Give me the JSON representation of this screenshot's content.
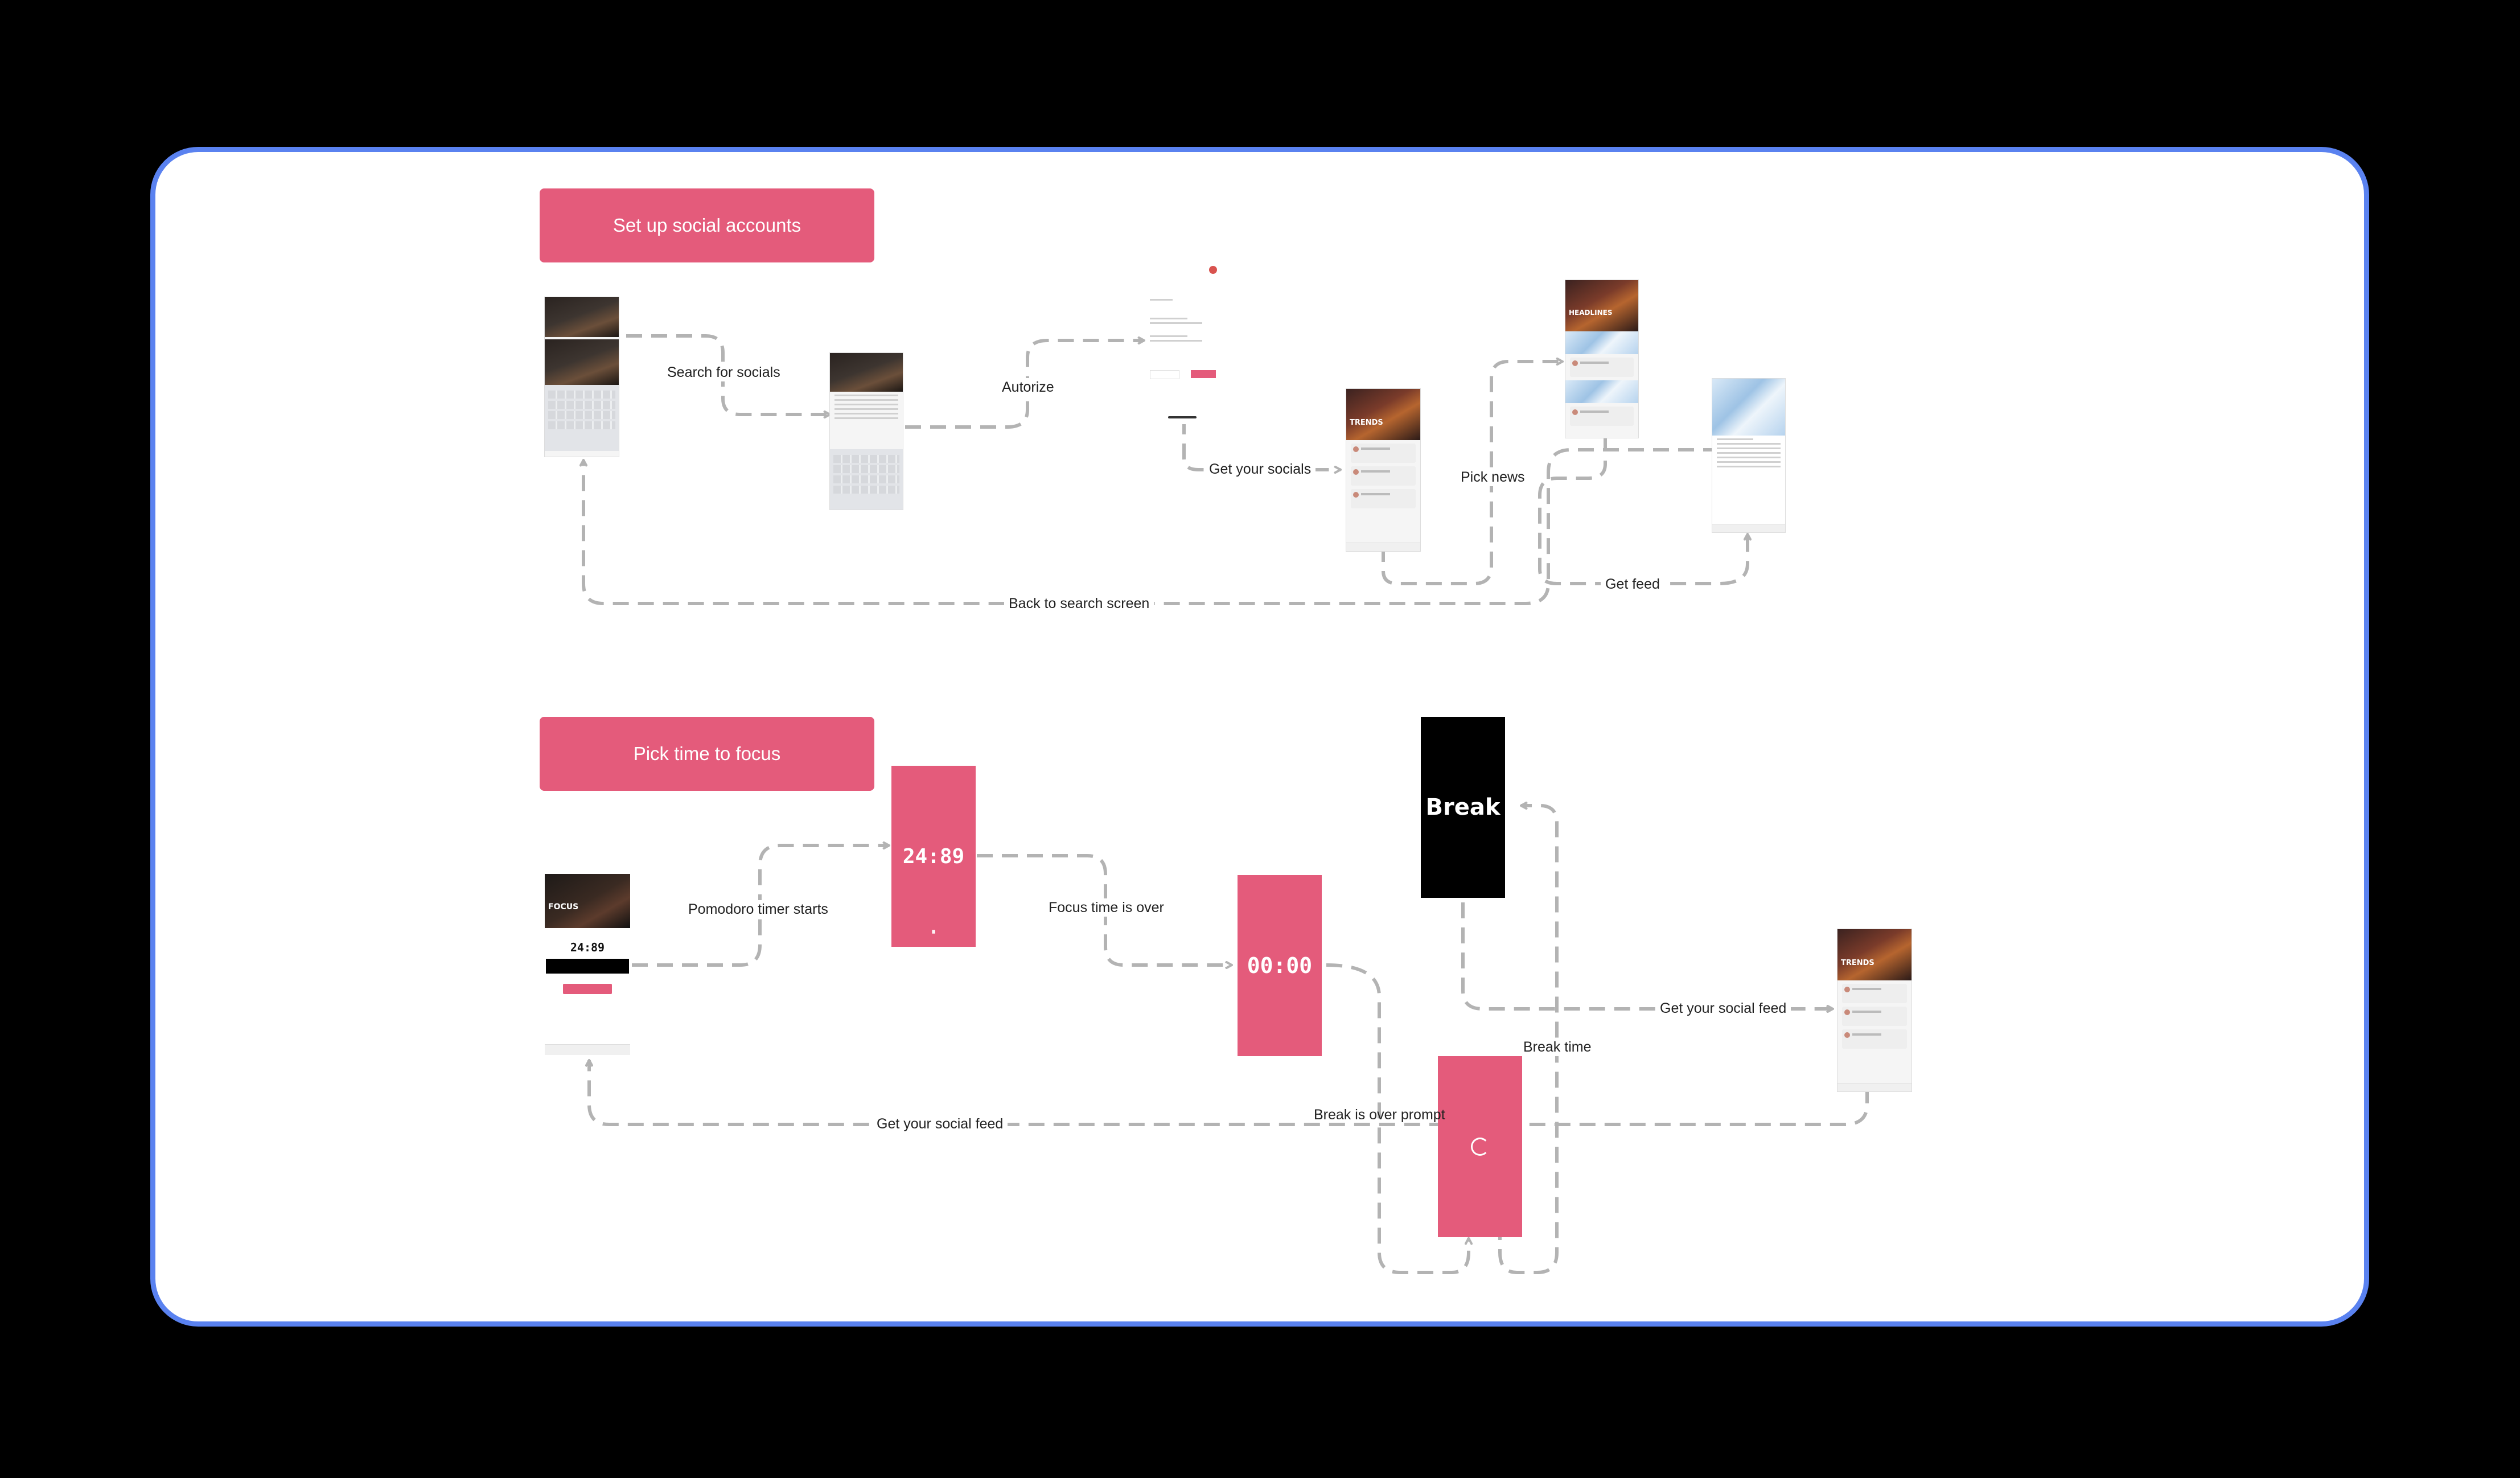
{
  "flows": [
    {
      "title": "Set up social accounts"
    },
    {
      "title": "Pick time to focus"
    }
  ],
  "labels": {
    "search_for_socials": "Search for socials",
    "autorize": "Autorize",
    "get_your_socials": "Get your socials",
    "pick_news": "Pick news",
    "get_feed": "Get feed",
    "back_to_search_screen": "Back to search screen",
    "pomodoro_timer_starts": "Pomodoro timer starts",
    "focus_time_is_over": "Focus time is over",
    "break_time": "Break time",
    "get_your_social_feed_right": "Get your social feed",
    "break_is_over_prompt": "Break is over prompt",
    "get_your_social_feed_bottom": "Get your social feed"
  },
  "screens": {
    "timer_running": "24:89",
    "timer_over": "00:00",
    "break_screen": "Break",
    "focus_thumb_title": "FOCUS",
    "focus_thumb_timer": "24:89",
    "trends_thumb_title": "TRENDS",
    "headlines_thumb_title": "HEADLINES"
  },
  "colors": {
    "accent_pink": "#e45b7b",
    "board_border": "#5a82f0",
    "connector_gray": "#b3b3b3",
    "background": "#000000"
  }
}
